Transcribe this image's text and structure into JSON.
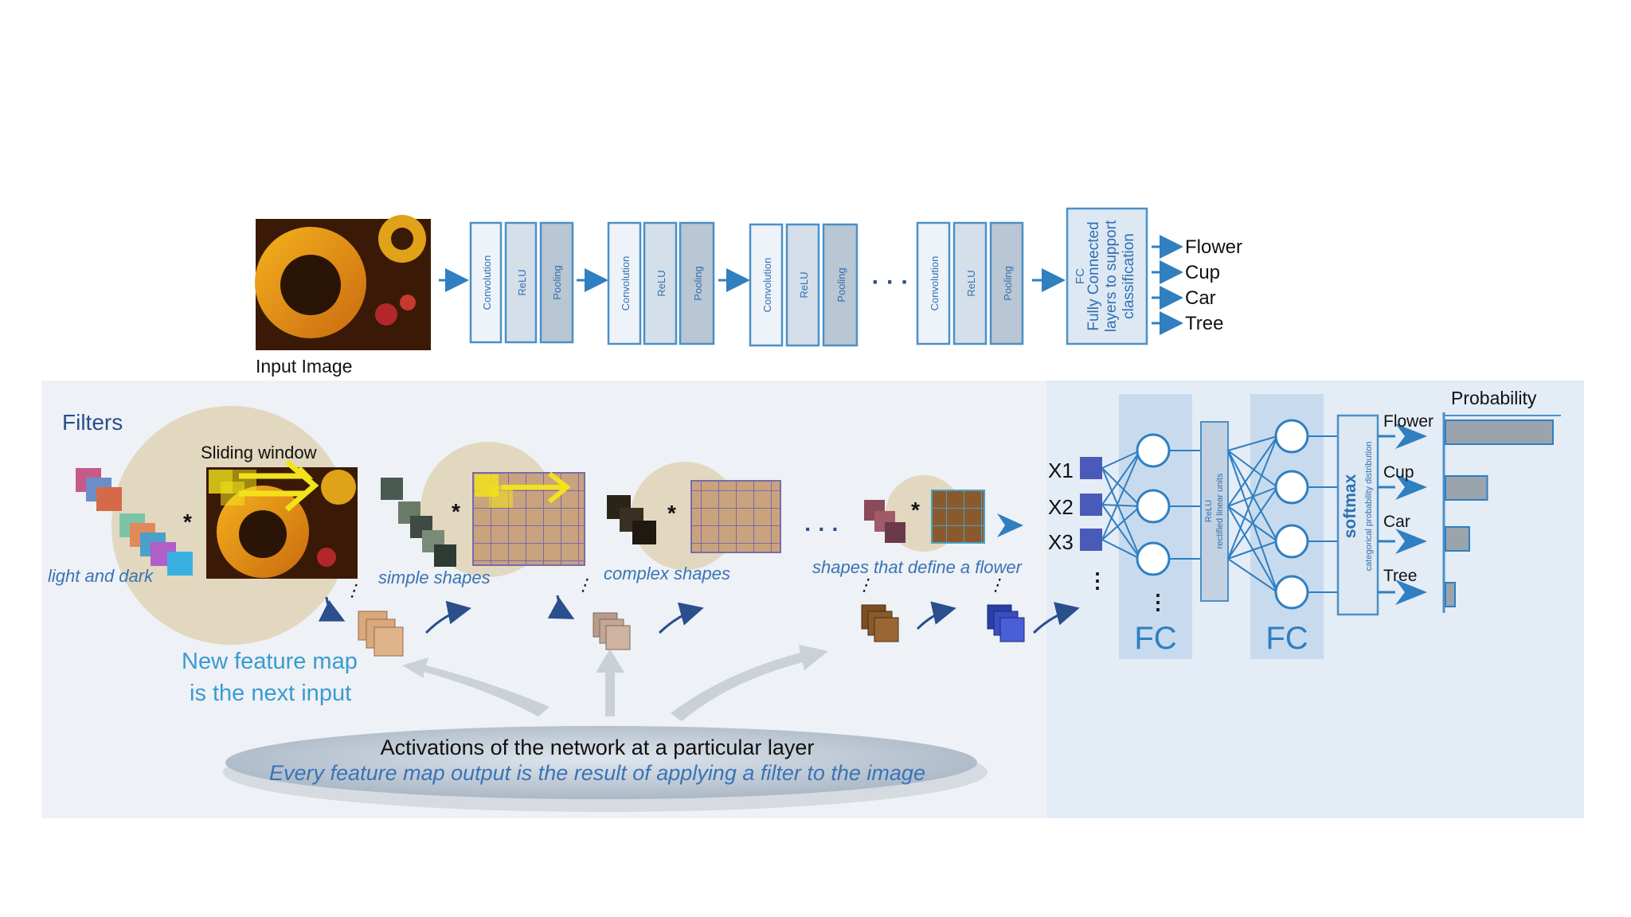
{
  "top_row": {
    "input_label": "Input Image",
    "blocks": [
      {
        "labels": [
          "Convolution",
          "ReLU",
          "Pooling"
        ]
      },
      {
        "labels": [
          "Convolution",
          "ReLU",
          "Pooling"
        ]
      },
      {
        "labels": [
          "Convolution",
          "ReLU",
          "Pooling"
        ]
      },
      {
        "labels": [
          "Convolution",
          "ReLU",
          "Pooling"
        ]
      }
    ],
    "ellipsis": "· · ·",
    "fc_box": {
      "line1": "FC",
      "line2": "Fully Connected",
      "line3": "layers to support",
      "line4": "classification"
    },
    "outputs": [
      "Flower",
      "Cup",
      "Car",
      "Tree"
    ]
  },
  "bottom_panel": {
    "filters_title": "Filters",
    "sliding_window_label": "Sliding window",
    "stage_captions": [
      "light and dark",
      "simple shapes",
      "complex shapes",
      "shapes that define a flower"
    ],
    "conv_symbol": "*",
    "ellipsis": "· · ·",
    "new_feature_map_line1": "New feature map",
    "new_feature_map_line2": "is the next input",
    "activation_title": "Activations of the network at a particular layer",
    "activation_subtitle": "Every feature map output is the result of applying a filter to the image"
  },
  "fc_section": {
    "x_labels": [
      "X1",
      "X2",
      "X3"
    ],
    "fc_label_1": "FC",
    "fc_label_2": "FC",
    "relu_line1": "ReLU",
    "relu_line2": "rectified linear units",
    "softmax_line1": "softmax",
    "softmax_line2": "categorical probability distribution",
    "probability_title": "Probability",
    "classes": [
      "Flower",
      "Cup",
      "Car",
      "Tree"
    ],
    "probabilities": [
      0.9,
      0.35,
      0.2,
      0.08
    ]
  },
  "colors": {
    "accent_blue": "#2f7fc1",
    "box_border": "#4a90c8",
    "box_fill": "#dde8f3",
    "panel_fill": "#eef1f6",
    "fc_panel_fill": "#e4ecf6",
    "fc_column_fill": "#c8dbee",
    "caption_blue": "#3a73b5",
    "bar_fill": "#9aa4ad",
    "beige": "#e2d8bf"
  }
}
